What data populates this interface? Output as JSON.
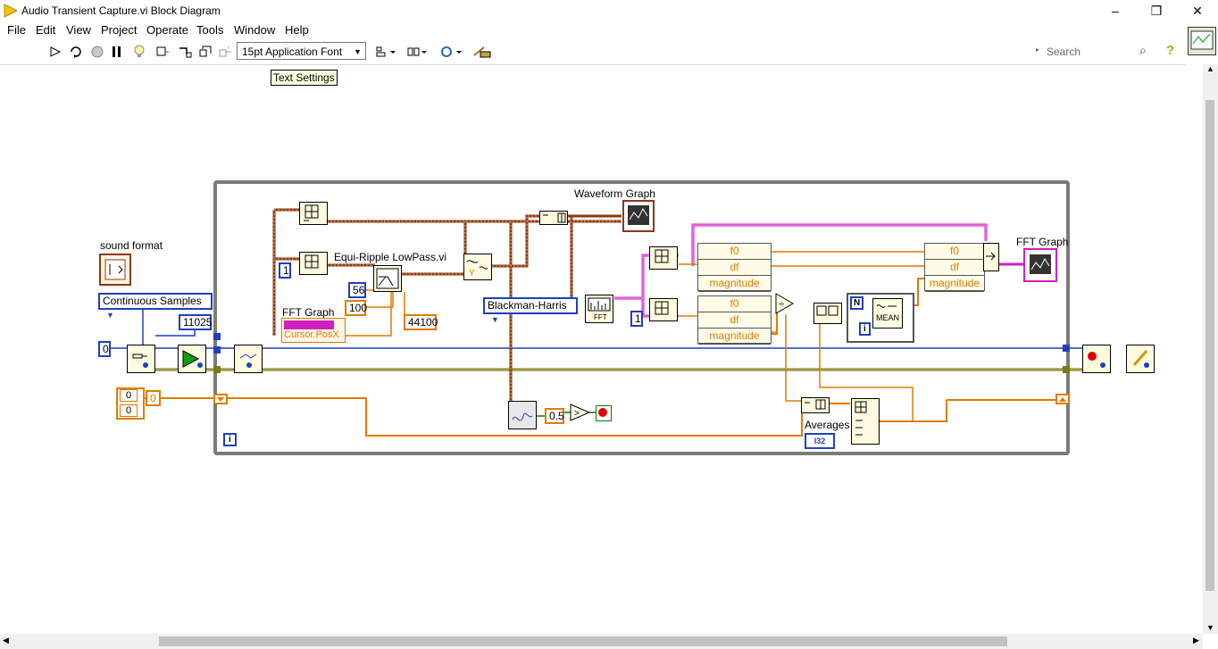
{
  "window": {
    "title": "Audio Transient Capture.vi Block Diagram",
    "controls": [
      "–",
      "❐",
      "✕"
    ]
  },
  "menu": [
    "File",
    "Edit",
    "View",
    "Project",
    "Operate",
    "Tools",
    "Window",
    "Help"
  ],
  "toolbar": {
    "font_select": "15pt Application Font",
    "search_placeholder": "Search",
    "tooltip": "Text Settings",
    "icons": [
      "run-arrow-icon",
      "run-continuously-icon",
      "abort-icon",
      "pause-icon",
      "highlight-execution-icon",
      "retain-wire-values-icon",
      "step-into-icon",
      "step-over-icon",
      "step-out-icon",
      "font-icon",
      "align-objects-icon",
      "distribute-objects-icon",
      "reorder-icon",
      "cleanup-diagram-icon"
    ]
  },
  "diagram": {
    "labels": {
      "sound_format": "sound format",
      "waveform_graph": "Waveform Graph",
      "equi_ripple": "Equi-Ripple LowPass.vi",
      "fft_graph_ref": "FFT Graph",
      "fft_graph": "FFT Graph",
      "averages": "Averages",
      "cursor_posx": "Cursor.PosX"
    },
    "constants": {
      "continuous_samples": "Continuous Samples",
      "rate": "11025",
      "zero": "0",
      "one_a": "1",
      "one_b": "1",
      "c56": "56",
      "c100": "100",
      "c44100": "44100",
      "window": "Blackman-Harris",
      "threshold": "0.5",
      "shift0": "0",
      "shift1": "0",
      "shift_out": "0",
      "i32": "I32",
      "y_terminal": "Y",
      "n_terminal": "N",
      "i_terminal": "i",
      "mean": "MEAN",
      "fft": "FFT"
    },
    "clusters": {
      "top": [
        "f0",
        "df",
        "magnitude"
      ],
      "bottom": [
        "f0",
        "df",
        "magnitude"
      ],
      "right": [
        "f0",
        "df",
        "magnitude"
      ]
    }
  }
}
